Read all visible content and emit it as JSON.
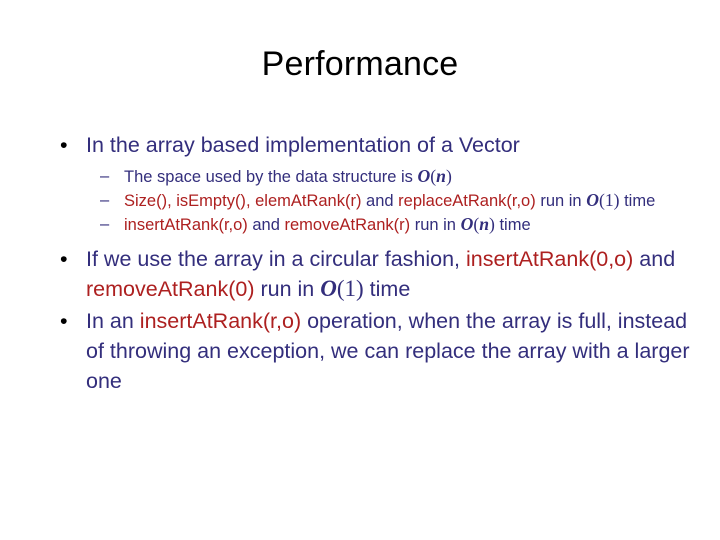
{
  "slide": {
    "title": "Performance",
    "colors": {
      "title": "#000000",
      "body_navy": "#332E7C",
      "code_red": "#AD2020",
      "bullet_marker": "#000000",
      "background": "#FFFFFF"
    },
    "bullet_markers": {
      "level1": "•",
      "level2": "–"
    },
    "bullets": [
      {
        "level": 1,
        "text": "In the array based implementation of a Vector",
        "sub_bullets": [
          {
            "level": 2,
            "parts": [
              {
                "kind": "text",
                "text": "The space used by the data structure is "
              },
              {
                "kind": "bigO",
                "symbol": "O",
                "arg": "n",
                "arg_italic": true
              }
            ],
            "plain": "The space used by the data structure is O(n)"
          },
          {
            "level": 2,
            "parts": [
              {
                "kind": "code",
                "text": "Size()"
              },
              {
                "kind": "text",
                "text": ", "
              },
              {
                "kind": "code",
                "text": "is"
              },
              {
                "kind": "code",
                "text": "Empty()"
              },
              {
                "kind": "text",
                "text": ", "
              },
              {
                "kind": "code",
                "text": "elem"
              },
              {
                "kind": "code",
                "text": "At"
              },
              {
                "kind": "code",
                "text": "Rank(r)"
              },
              {
                "kind": "text",
                "text": " and "
              },
              {
                "kind": "code",
                "text": "replace"
              },
              {
                "kind": "code",
                "text": "At"
              },
              {
                "kind": "code",
                "text": "Rank(r,o)"
              },
              {
                "kind": "text",
                "text": " run in "
              },
              {
                "kind": "bigO",
                "symbol": "O",
                "arg": "1",
                "arg_italic": false
              },
              {
                "kind": "text",
                "text": " time"
              }
            ],
            "plain": "Size(), isEmpty(), elemAtRank(r) and replaceAtRank(r,o) run in O(1) time"
          },
          {
            "level": 2,
            "parts": [
              {
                "kind": "code",
                "text": "insertAtRank(r,o)"
              },
              {
                "kind": "text",
                "text": " and "
              },
              {
                "kind": "code",
                "text": "removeAtRank(r)"
              },
              {
                "kind": "text",
                "text": " run in "
              },
              {
                "kind": "bigO",
                "symbol": "O",
                "arg": "n",
                "arg_italic": true
              },
              {
                "kind": "text",
                "text": " time"
              }
            ],
            "plain": "insertAtRank(r,o) and removeAtRank(r) run in O(n) time"
          }
        ]
      },
      {
        "level": 1,
        "parts": [
          {
            "kind": "text",
            "text": "If we use the array in a circular fashion, "
          },
          {
            "kind": "code",
            "text": "insertAtRank(0,o)"
          },
          {
            "kind": "text",
            "text": " and "
          },
          {
            "kind": "code",
            "text": "removeAtRank(0)"
          },
          {
            "kind": "text",
            "text": " run in "
          },
          {
            "kind": "bigO",
            "symbol": "O",
            "arg": "1",
            "arg_italic": false
          },
          {
            "kind": "text",
            "text": " time"
          }
        ],
        "plain": "If we use the array in a circular fashion, insertAtRank(0,o) and removeAtRank(0) run in O(1) time"
      },
      {
        "level": 1,
        "parts": [
          {
            "kind": "text",
            "text": "In an "
          },
          {
            "kind": "code",
            "text": "insertAtRank(r,o)"
          },
          {
            "kind": "text",
            "text": " operation, when the array is full, instead of throwing an exception, we can replace the array with a larger one"
          }
        ],
        "plain": "In an insertAtRank(r,o) operation, when the array is full, instead of throwing an exception, we can replace the array with a larger one"
      }
    ],
    "runs": {
      "b1_text": "In the array based implementation of a Vector",
      "s1_lead": "The space used by the data structure is ",
      "s2_size": "Size()",
      "s2_sep1": ", ",
      "s2_isempty": "isEmpty()",
      "s2_sep2": ", ",
      "s2_elem": "elemAtRank(r)",
      "s2_and": " and ",
      "s2_replace": "replaceAtRank(r,o)",
      "s2_runin": " run in ",
      "s2_time": " time",
      "s3_insert": "insertAtRank(r,o)",
      "s3_and": " and ",
      "s3_remove": "removeAtRank(r)",
      "s3_runin": " run in ",
      "s3_time": " time",
      "b2_lead": "If we use the array in a circular fashion, ",
      "b2_insert": "insertAtRank(0,o)",
      "b2_and": " and ",
      "b2_remove": "removeAtRank(0)",
      "b2_runin": " run in ",
      "b2_time": " time",
      "b3_lead": "In an ",
      "b3_insert": "insertAtRank(r,o)",
      "b3_tail": " operation, when the array is full, instead of throwing an exception, we can replace the array with a larger one",
      "O": "O",
      "paren_open": "(",
      "paren_close": ")",
      "n": "n",
      "one": "1"
    }
  }
}
